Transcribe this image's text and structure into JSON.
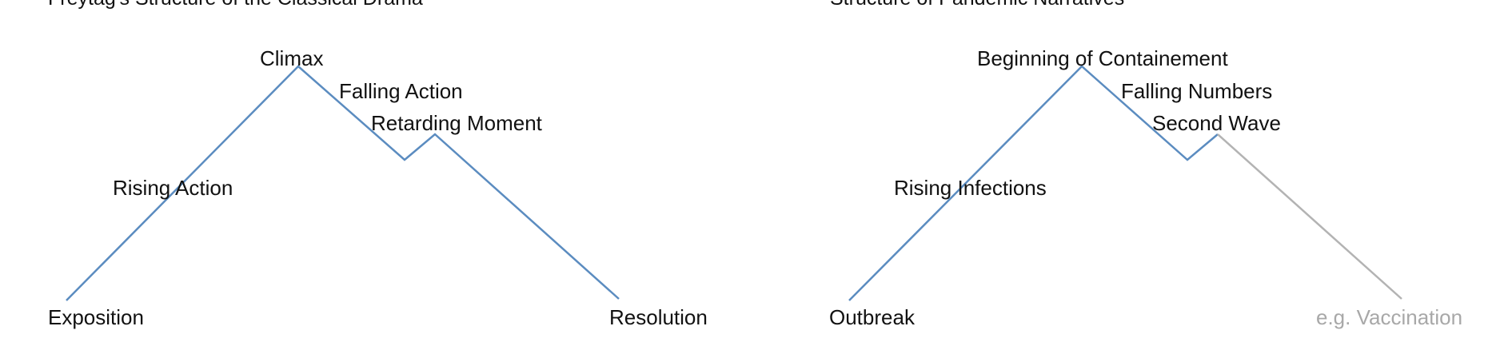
{
  "colors": {
    "line": "#5b8cc0",
    "projected_line": "#b3b3b3",
    "text": "#111111",
    "muted_text": "#a8a8a8",
    "background": "#ffffff"
  },
  "left_diagram": {
    "title": "Freytag's Structure of the Classical Drama",
    "labels": {
      "climax": "Climax",
      "falling_action": "Falling Action",
      "retarding_moment": "Retarding Moment",
      "rising_action": "Rising Action",
      "exposition": "Exposition",
      "resolution": "Resolution"
    }
  },
  "right_diagram": {
    "title": "Structure of Pandemic Narratives",
    "labels": {
      "beginning_of_containment": "Beginning of Containement",
      "falling_numbers": "Falling Numbers",
      "second_wave": "Second Wave",
      "rising_infections": "Rising Infections",
      "outbreak": "Outbreak",
      "vaccination": "e.g. Vaccination"
    }
  }
}
